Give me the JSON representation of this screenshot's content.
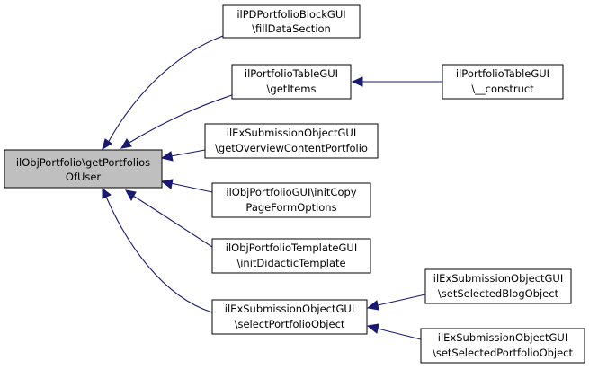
{
  "nodes": {
    "center": {
      "line1": "ilObjPortfolio\\getPortfolios",
      "line2": "OfUser"
    },
    "pdblock": {
      "line1": "ilPDPortfolioBlockGUI",
      "line2": "\\fillDataSection"
    },
    "tablegui_items": {
      "line1": "ilPortfolioTableGUI",
      "line2": "\\getItems"
    },
    "tablegui_construct": {
      "line1": "ilPortfolioTableGUI",
      "line2": "\\__construct"
    },
    "exsub_overview": {
      "line1": "ilExSubmissionObjectGUI",
      "line2": "\\getOverviewContentPortfolio"
    },
    "objportfolio_copy": {
      "line1": "ilObjPortfolioGUI\\initCopy",
      "line2": "PageFormOptions"
    },
    "template_didactic": {
      "line1": "ilObjPortfolioTemplateGUI",
      "line2": "\\initDidacticTemplate"
    },
    "exsub_select": {
      "line1": "ilExSubmissionObjectGUI",
      "line2": "\\selectPortfolioObject"
    },
    "exsub_blog": {
      "line1": "ilExSubmissionObjectGUI",
      "line2": "\\setSelectedBlogObject"
    },
    "exsub_setportfolio": {
      "line1": "ilExSubmissionObjectGUI",
      "line2": "\\setSelectedPortfolioObject"
    }
  },
  "colors": {
    "edge": "#191970",
    "focus_fill": "#bfbfbf",
    "node_fill": "#ffffff",
    "border": "#000000"
  }
}
